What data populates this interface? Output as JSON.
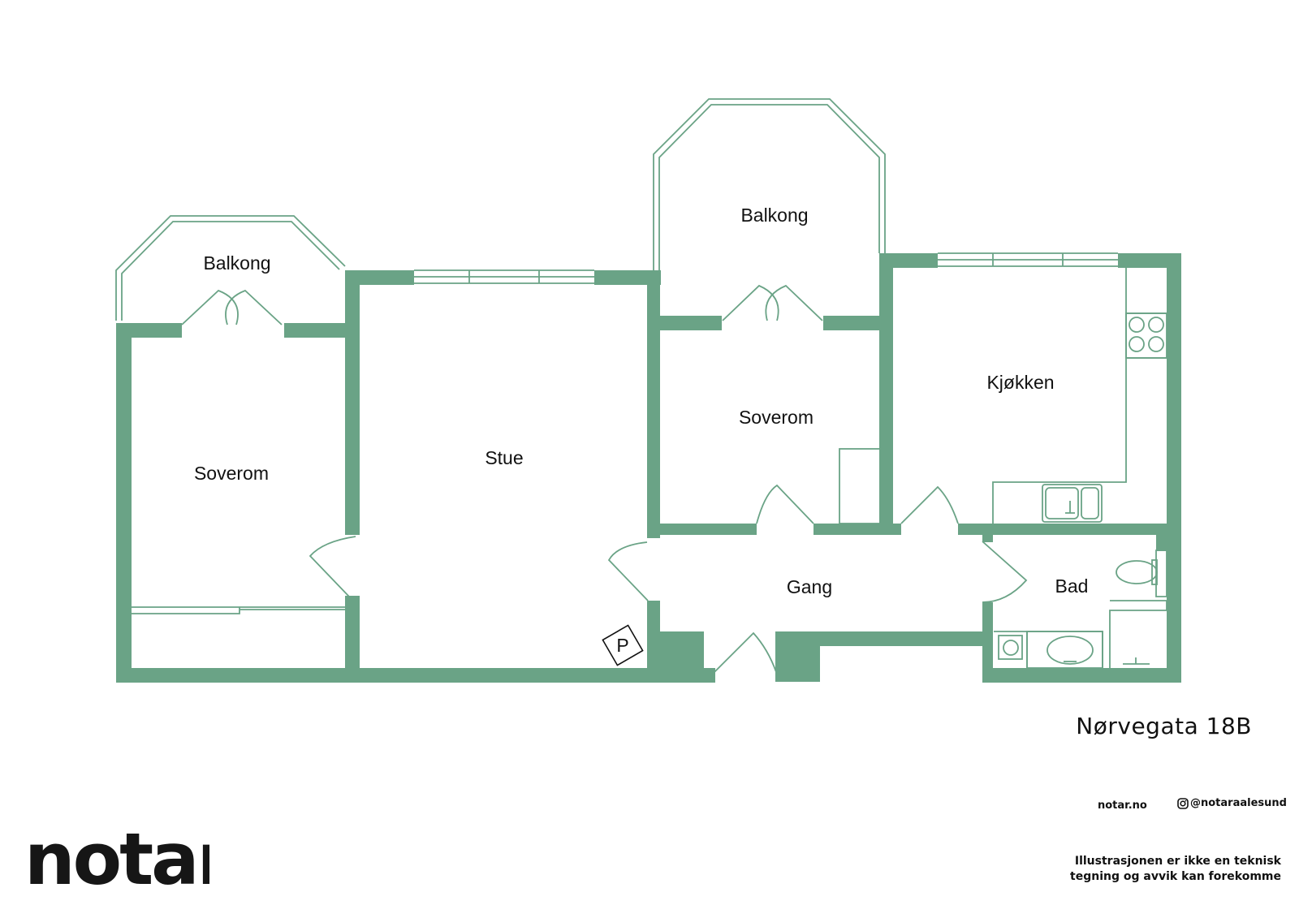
{
  "rooms": {
    "balkong_left": "Balkong",
    "balkong_center": "Balkong",
    "soverom_left": "Soverom",
    "stue": "Stue",
    "soverom_center": "Soverom",
    "kjokken": "Kjøkken",
    "gang": "Gang",
    "bad": "Bad",
    "parking_marker": "P"
  },
  "footer": {
    "address": "Nørvegata 18B",
    "website": "notar.no",
    "instagram": "@notaraalesund",
    "disclaimer_line1": "Illustrasjonen er ikke en teknisk",
    "disclaimer_line2": "tegning og avvik kan forekomme",
    "logo_text": "notar"
  },
  "icons": {
    "instagram": "instagram-icon",
    "stove": "stove-icon",
    "sink": "kitchen-sink-icon",
    "toilet": "toilet-icon",
    "washbasin": "washbasin-icon",
    "washer": "washing-machine-icon"
  },
  "colors": {
    "wall": "#6aa386",
    "line": "#6aa386",
    "text": "#111111",
    "background": "#ffffff"
  }
}
